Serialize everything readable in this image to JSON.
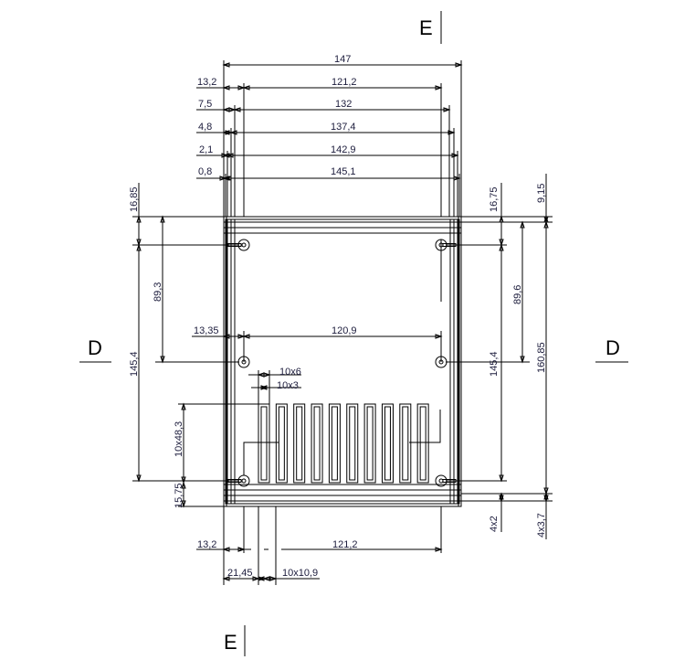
{
  "sections": {
    "top": "E",
    "bottom": "E",
    "left": "D",
    "right": "D"
  },
  "dims": {
    "overall_width": "147",
    "row1": [
      "13,2",
      "121,2"
    ],
    "row2": [
      "7,5",
      "132"
    ],
    "row3": [
      "4,8",
      "137,4"
    ],
    "row4": [
      "2,1",
      "142,9"
    ],
    "row5": [
      "0,8",
      "145,1"
    ],
    "mid": [
      "13,35",
      "120,9"
    ],
    "slot_width": "10x6",
    "slot_inner": "10x3",
    "left_top": "16,85",
    "left_span": "145,4",
    "left_mid": "89,3",
    "slot_height": "10x48,3",
    "left_bottom": "15,75",
    "right_top": "16,75",
    "right_top2": "9,15",
    "right_mid": "89,6",
    "right_span": "145,4",
    "right_total": "160,85",
    "right_b1": "4x2",
    "right_b2": "4x3,7",
    "bottom_row1": [
      "13,2",
      "121,2"
    ],
    "bottom_row2": [
      "21,45",
      "10x10,9"
    ]
  }
}
